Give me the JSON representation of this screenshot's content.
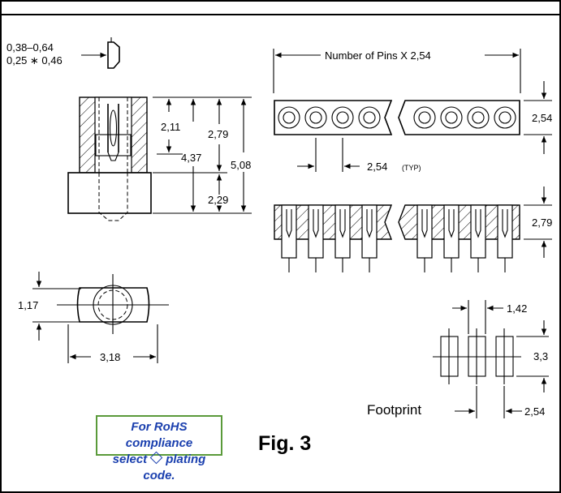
{
  "dims": {
    "pin_thickness_1": "0,38–0,64",
    "pin_thickness_2": "0,25 ∗ 0,46",
    "d_2_11": "2,11",
    "d_2_79_side": "2,79",
    "d_4_37": "4,37",
    "d_5_08": "5,08",
    "d_2_29": "2,29",
    "d_1_17": "1,17",
    "d_3_18": "3,18",
    "pitch_formula": "Number of Pins X 2,54",
    "d_2_54_height": "2,54",
    "d_2_54_typ": "2,54",
    "typ": "(TYP)",
    "d_2_79_section": "2,79",
    "d_1_42": "1,42",
    "d_3_3": "3,3",
    "d_2_54_footprint": "2,54"
  },
  "labels": {
    "footprint": "Footprint",
    "figure": "Fig. 3"
  },
  "rohs": {
    "line1": "For RoHS compliance",
    "line2_a": "select",
    "line2_b": "plating code."
  },
  "colors": {
    "rohs_border": "#5a9a3a",
    "rohs_text": "#1a3fae",
    "frame": "#000000"
  }
}
